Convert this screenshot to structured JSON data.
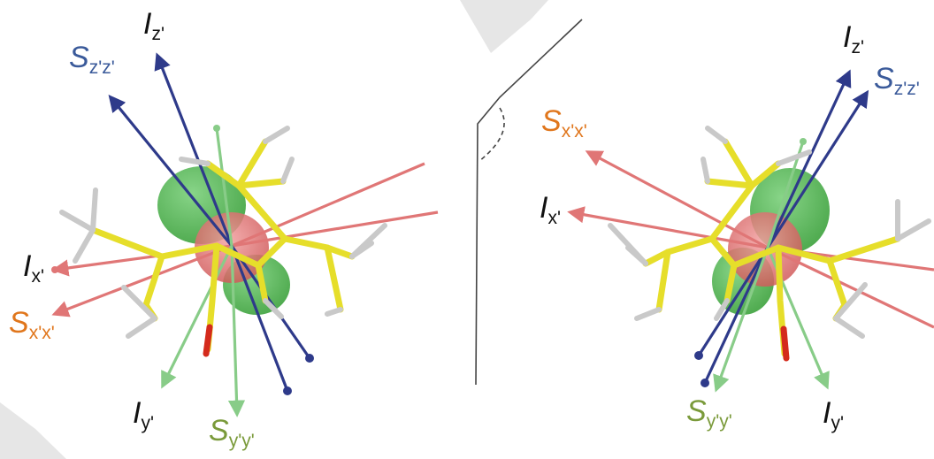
{
  "colors": {
    "bond_carbon": "#e6de2a",
    "hydrogen": "#c9c9c9",
    "oxygen": "#d42a1c",
    "axis_I_x": "#e07676",
    "axis_I_z": "#2e3a8a",
    "axis_I_y": "#88cc88",
    "ellipsoid_green": "#3fae3f",
    "ellipsoid_red": "#d65a5a",
    "label_blue": "#3a5a9a",
    "label_orange": "#e0761c",
    "label_green": "#7a9a3a",
    "label_black": "#111111"
  },
  "left_molecule": {
    "labels": {
      "Iz": {
        "main": "I",
        "sub": "z'"
      },
      "Szz": {
        "main": "S",
        "sub": "z'z'"
      },
      "Ix": {
        "main": "I",
        "sub": "x'"
      },
      "Sxx": {
        "main": "S",
        "sub": "x'x'"
      },
      "Iy": {
        "main": "I",
        "sub": "y'"
      },
      "Syy": {
        "main": "S",
        "sub": "y'y'"
      }
    }
  },
  "right_molecule": {
    "labels": {
      "Iz": {
        "main": "I",
        "sub": "z'"
      },
      "Szz": {
        "main": "S",
        "sub": "z'z'"
      },
      "Sxx": {
        "main": "S",
        "sub": "x'x'"
      },
      "Ix": {
        "main": "I",
        "sub": "x'"
      },
      "Syy": {
        "main": "S",
        "sub": "y'y'"
      },
      "Iy": {
        "main": "I",
        "sub": "y'"
      }
    }
  }
}
